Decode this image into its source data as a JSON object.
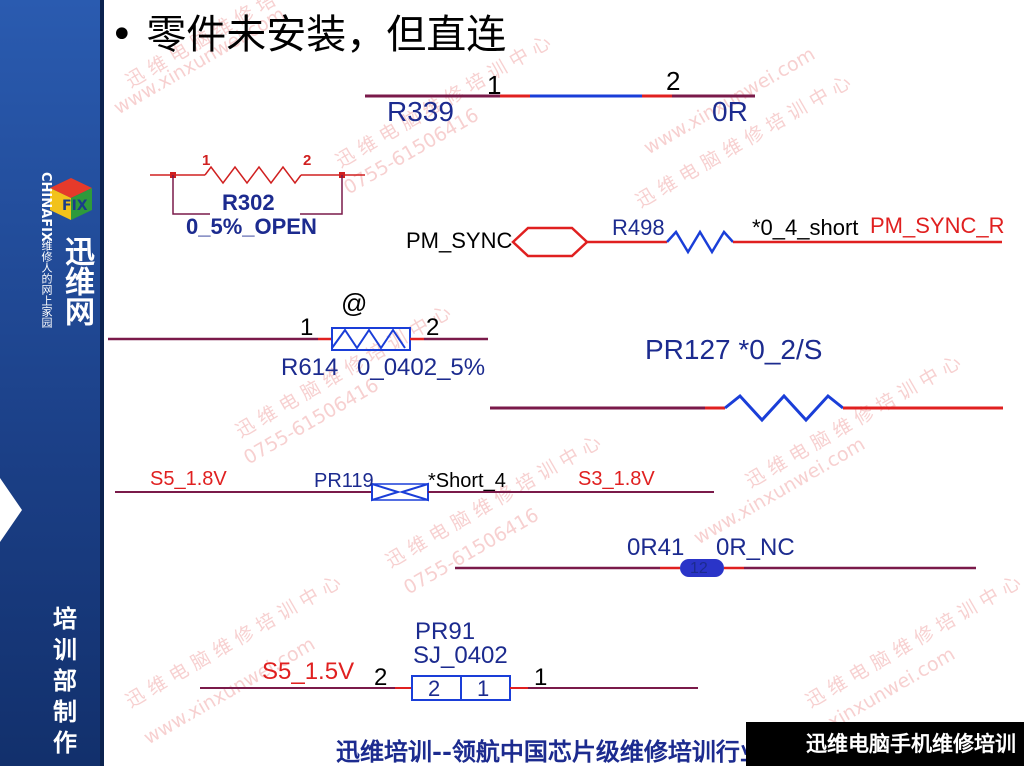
{
  "title": "零件未安装，但直连",
  "sidebar": {
    "logo_en": "CHINAFIX",
    "logo_cn": "迅维网",
    "slogan": "维修人的网上家园",
    "dept": [
      "培",
      "训",
      "部",
      "制",
      "作"
    ]
  },
  "watermarks": {
    "cn": "迅 维 电 脑 维 修 培 训 中 心",
    "phone": "0755-61506416",
    "url": "www.xinxunwei.com"
  },
  "components": {
    "r339": {
      "ref": "R339",
      "value": "0R",
      "pin1": "1",
      "pin2": "2"
    },
    "r302": {
      "ref": "R302",
      "value": "0_5%_OPEN",
      "pin1": "1",
      "pin2": "2"
    },
    "r498": {
      "ref": "R498",
      "value": "*0_4_short",
      "net_left": "PM_SYNC",
      "net_right": "PM_SYNC_R"
    },
    "r614": {
      "ref": "R614",
      "value": "0_0402_5%",
      "pin1": "1",
      "pin2": "2",
      "mark": "@"
    },
    "pr127": {
      "label": "PR127 *0_2/S"
    },
    "pr119": {
      "ref": "PR119",
      "value": "*Short_4",
      "net_left": "S5_1.8V",
      "net_right": "S3_1.8V"
    },
    "r41": {
      "label": "0R41",
      "value": "0R_NC",
      "pins": "12"
    },
    "pr91": {
      "ref": "PR91",
      "value": "SJ_0402",
      "net": "S5_1.5V",
      "pin_left": "2",
      "pin_right": "1",
      "box_left": "2",
      "box_right": "1"
    }
  },
  "footer": "迅维培训--领航中国芯片级维修培训行业",
  "brand": "迅维电脑手机维修培训"
}
